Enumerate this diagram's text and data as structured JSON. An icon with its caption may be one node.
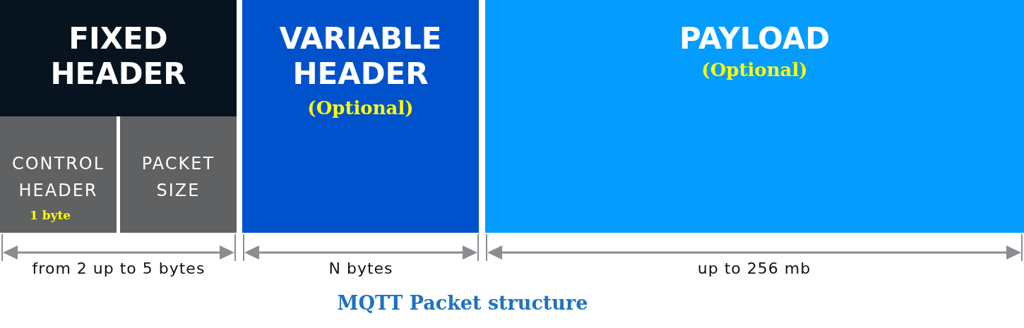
{
  "diagram": {
    "caption": "MQTT Packet structure",
    "nodes": [
      {
        "text": [
          "FIXED HEADER"
        ]
      },
      {
        "text": [
          "CONTROL HEADER",
          "1 byte"
        ]
      },
      {
        "text": [
          "PACKET SIZE"
        ]
      },
      {
        "text": [
          "VARIABLE HEADER",
          "(Optional)"
        ]
      },
      {
        "text": [
          "PAYLOAD",
          "(Optional)"
        ]
      }
    ],
    "labels": [
      "from 2 up to 5 bytes",
      "N bytes",
      "up to 256 mb"
    ]
  }
}
